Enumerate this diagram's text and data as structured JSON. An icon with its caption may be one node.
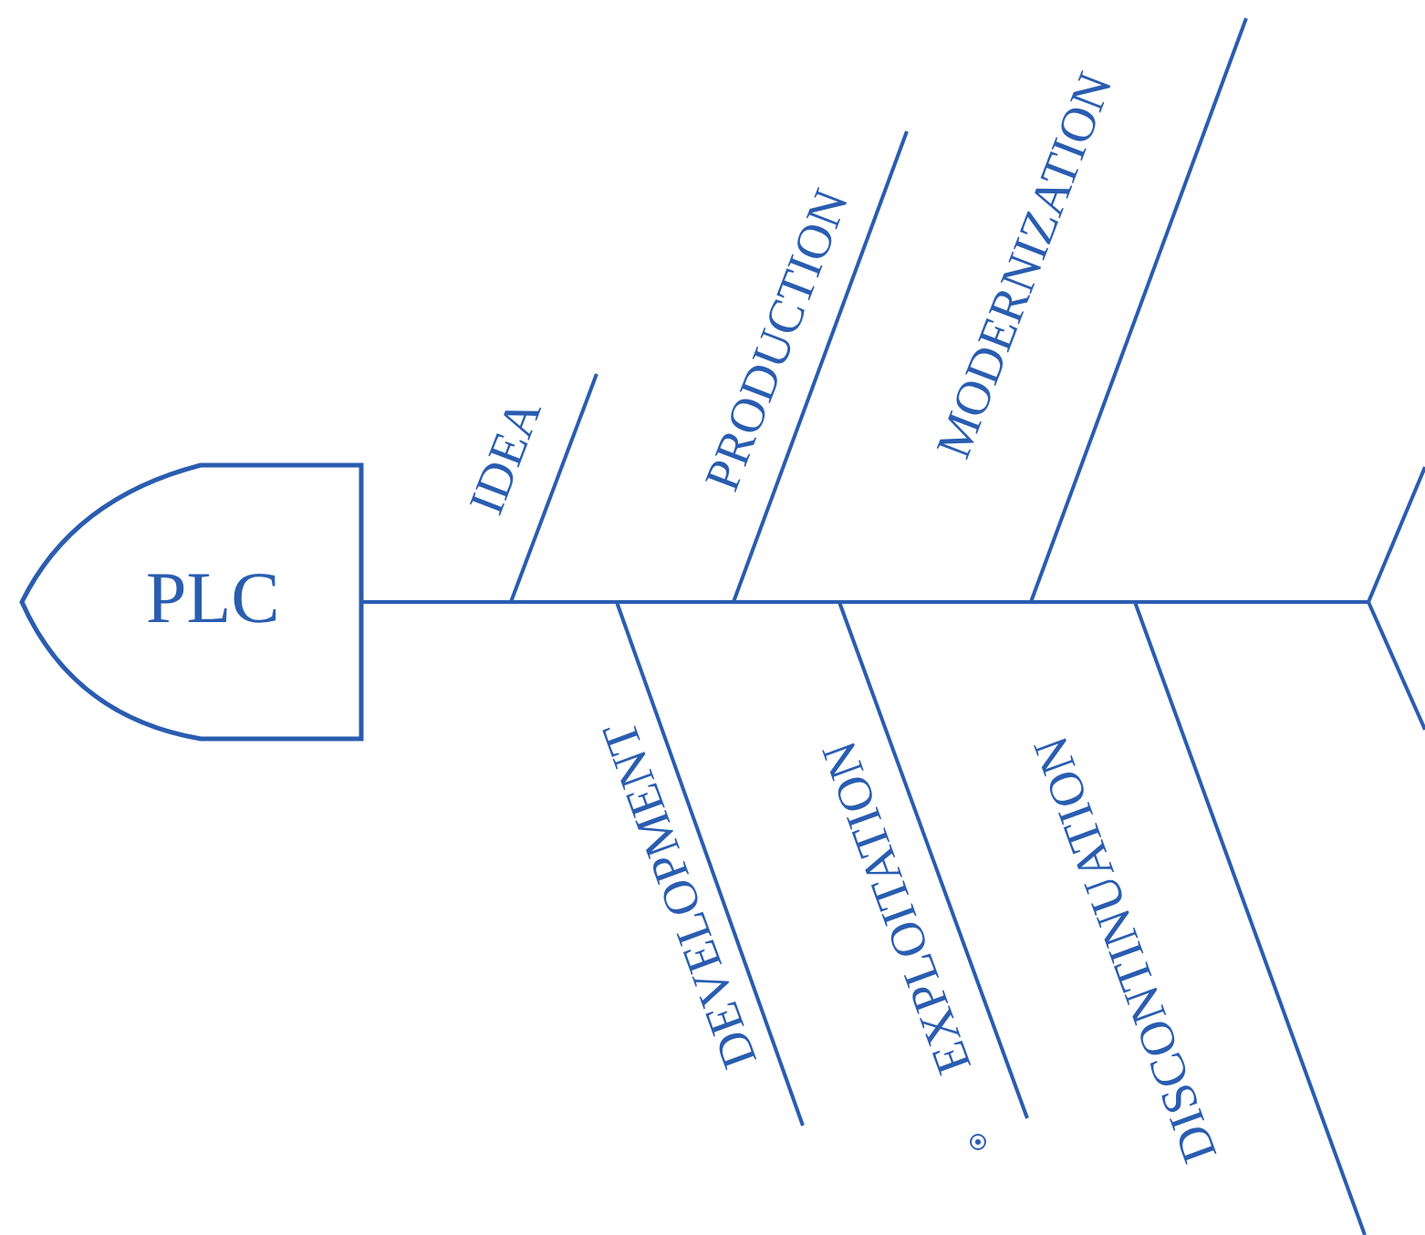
{
  "diagram": {
    "nodes": [
      {
        "text": [
          "PLC"
        ]
      }
    ],
    "labels": [
      "IDEA",
      "PRODUCTION",
      "MODERNIZATION",
      "DEVELOPMENT",
      "EXPLOITATION",
      "DISCONTINUATION"
    ]
  }
}
